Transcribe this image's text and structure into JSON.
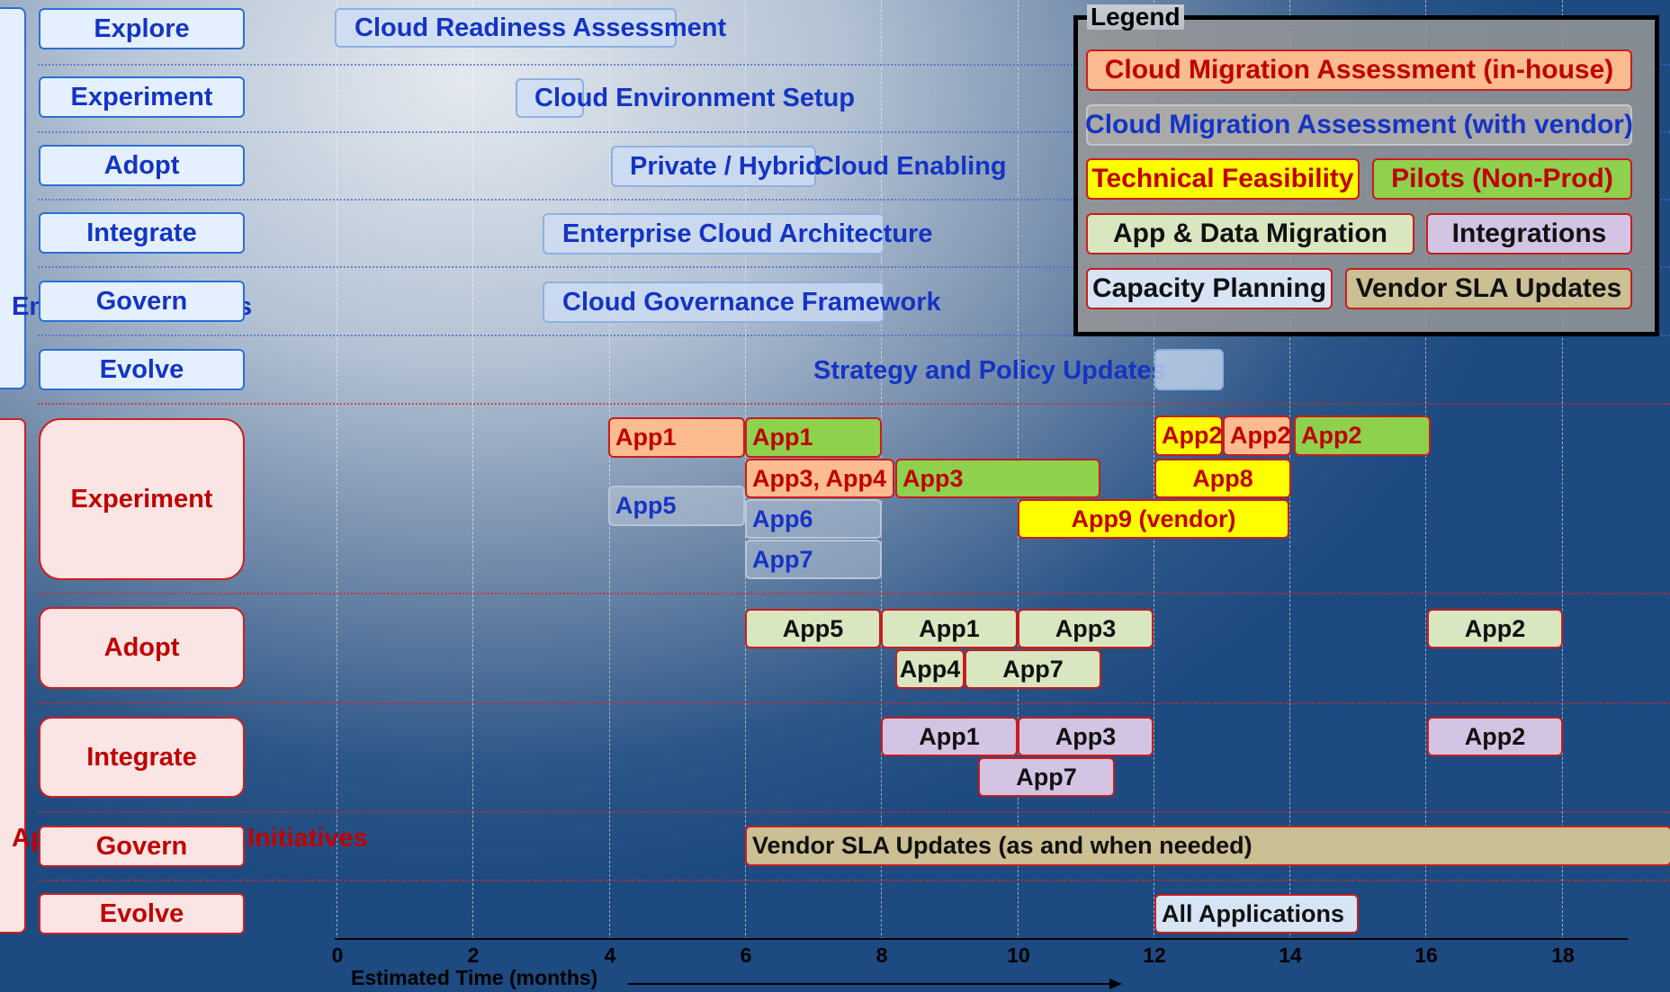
{
  "axis": {
    "label": "Estimated Time (months)",
    "ticks": [
      "0",
      "2",
      "4",
      "6",
      "8",
      "10",
      "12",
      "14",
      "16",
      "18"
    ]
  },
  "groups": {
    "top_partial": "En",
    "top_partial_tail": "s",
    "bottom_partial": "Ap",
    "bottom_partial_tail": "Initiatives"
  },
  "top_categories": [
    "Explore",
    "Experiment",
    "Adopt",
    "Integrate",
    "Govern",
    "Evolve"
  ],
  "bottom_categories": [
    "Experiment",
    "Adopt",
    "Integrate",
    "Govern",
    "Evolve"
  ],
  "top_items": {
    "explore": "Cloud Readiness Assessment",
    "experiment": "Cloud Environment Setup",
    "adopt_box": "Private / Hybrid",
    "adopt_tail": "Cloud Enabling",
    "integrate": "Enterprise Cloud Architecture",
    "govern": "Cloud Governance Framework",
    "evolve": "Strategy and Policy Updates"
  },
  "bottom_items": {
    "exp_app1_a": "App1",
    "exp_app1_b": "App1",
    "exp_app2_a": "App2",
    "exp_app2_b": "App2",
    "exp_app2_c": "App2",
    "exp_app34": "App3, App4",
    "exp_app3": "App3",
    "exp_app8": "App8",
    "exp_app5": "App5",
    "exp_app6": "App6",
    "exp_app9": "App9 (vendor)",
    "exp_app7": "App7",
    "adopt_app5": "App5",
    "adopt_app1": "App1",
    "adopt_app3": "App3",
    "adopt_app2": "App2",
    "adopt_app4": "App4",
    "adopt_app7": "App7",
    "int_app1": "App1",
    "int_app3": "App3",
    "int_app2": "App2",
    "int_app7": "App7",
    "govern_vendor": "Vendor SLA Updates (as and when needed)",
    "evolve_all": "All Applications"
  },
  "legend": {
    "title": "Legend",
    "items": [
      "Cloud Migration Assessment (in-house)",
      "Cloud Migration Assessment (with vendor)",
      "Technical Feasibility",
      "Pilots (Non-Prod)",
      "App & Data Migration",
      "Integrations",
      "Capacity Planning",
      "Vendor SLA Updates"
    ]
  },
  "colors": {
    "assessment_inhouse": "#fcbc90",
    "assessment_vendor": "#a9a9a9",
    "technical_feasibility": "#ffff00",
    "pilots": "#8ed14d",
    "migration": "#d8e7c0",
    "integrations": "#d3c4e4",
    "capacity_planning": "#d6e4f6",
    "vendor_sla": "#cbbf94",
    "blue_text": "#1434c4",
    "red_text": "#c00000"
  }
}
